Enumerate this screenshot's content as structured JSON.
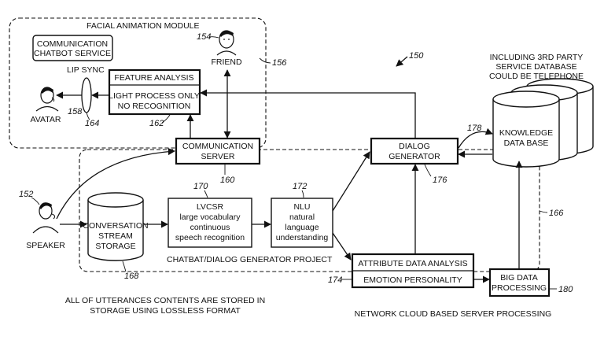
{
  "figure": {
    "ref_number": "150",
    "facial_module": {
      "title": "FACIAL ANIMATION MODULE",
      "ref": "156"
    },
    "chatbot_service": {
      "line1": "COMMUNICATION",
      "line2": "CHATBOT SERVICE"
    },
    "friend": {
      "label": "FRIEND",
      "ref": "154"
    },
    "lip_sync": {
      "label": "LIP SYNC",
      "ref": "164"
    },
    "avatar": {
      "label": "AVATAR",
      "ref": "158"
    },
    "feature_analysis": {
      "title": "FEATURE ANALYSIS",
      "line1": "LIGHT PROCESS ONLY",
      "line2": "NO RECOGNITION",
      "ref": "162"
    },
    "communication_server": {
      "line1": "COMMUNICATION",
      "line2": "SERVER",
      "ref": "160"
    },
    "speaker": {
      "label": "SPEAKER",
      "ref": "152"
    },
    "storage": {
      "line1": "CONVERSATION",
      "line2": "STREAM",
      "line3": "STORAGE",
      "ref": "168"
    },
    "lvcsr": {
      "line1": "LVCSR",
      "line2": "large vocabulary",
      "line3": "continuous",
      "line4": "speech recognition",
      "ref": "170"
    },
    "nlu": {
      "line1": "NLU",
      "line2": "natural",
      "line3": "language",
      "line4": "understanding",
      "ref": "172"
    },
    "dialog_generator": {
      "line1": "DIALOG",
      "line2": "GENERATOR",
      "ref": "176"
    },
    "knowledge_db": {
      "line1": "KNOWLEDGE",
      "line2": "DATA BASE",
      "ref": "178"
    },
    "third_party_note": {
      "line1": "INCLUDING 3RD PARTY",
      "line2": "SERVICE DATABASE",
      "line3": "COULD BE TELEPHONE"
    },
    "chatbot_project": {
      "label": "CHATBAT/DIALOG GENERATOR PROJECT"
    },
    "attribute_analysis": {
      "line1": "ATTRIBUTE DATA ANALYSIS",
      "line2": "EMOTION PERSONALITY",
      "ref": "174"
    },
    "big_data": {
      "line1": "BIG DATA",
      "line2": "PROCESSING",
      "ref": "180"
    },
    "cloud_ref": "166",
    "storage_caption": {
      "line1": "ALL OF UTTERANCES CONTENTS ARE STORED IN",
      "line2": "STORAGE USING LOSSLESS FORMAT"
    },
    "cloud_caption": "NETWORK CLOUD BASED SERVER PROCESSING"
  }
}
